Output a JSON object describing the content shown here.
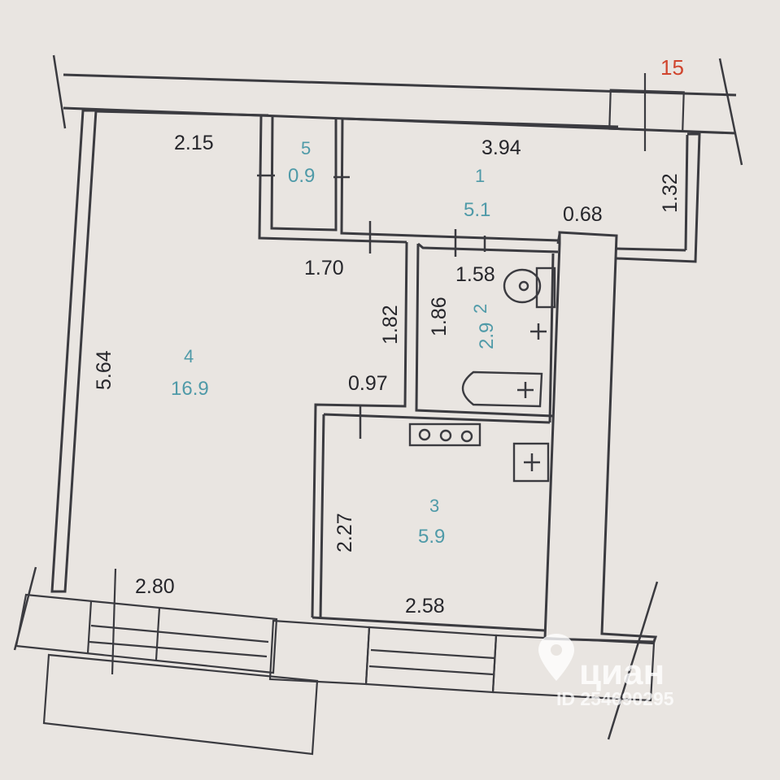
{
  "axis_marker": "15",
  "rooms": [
    {
      "number": "1",
      "area": "5.1"
    },
    {
      "number": "2",
      "area": "2.9"
    },
    {
      "number": "3",
      "area": "5.9"
    },
    {
      "number": "4",
      "area": "16.9"
    },
    {
      "number": "5",
      "area": "0.9"
    }
  ],
  "dimensions": {
    "room4_top_width": "2.15",
    "room1_width": "3.94",
    "room1_depth": "1.32",
    "duct_width": "0.68",
    "corridor_width": "1.70",
    "bath_width": "1.58",
    "corridor_length": "1.82",
    "bath_length": "1.86",
    "room4_length": "5.64",
    "kitchen_door_gap": "0.97",
    "kitchen_depth": "2.27",
    "room4_bottom_width": "2.80",
    "kitchen_width": "2.58"
  },
  "watermark": {
    "brand": "циан",
    "listing_id": "ID 254690295",
    "icon": "location-pin-icon"
  },
  "colors": {
    "background": "#e9e5e1",
    "lines": "#3b3b40",
    "room_labels": "#4f9aa8",
    "axis_label": "#d0452e"
  }
}
